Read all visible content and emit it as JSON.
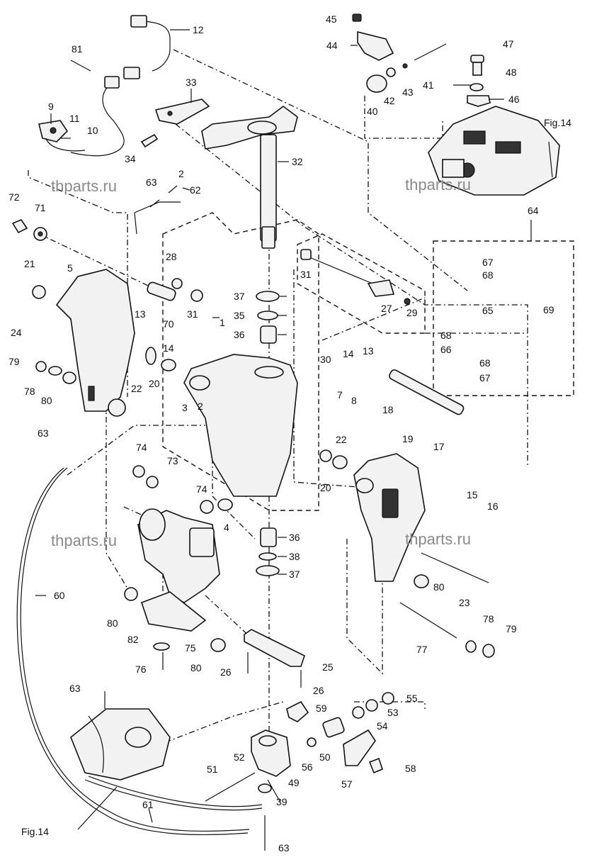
{
  "watermarks": [
    "thparts.ru",
    "thparts.ru",
    "thparts.ru",
    "thparts.ru"
  ],
  "figure_refs": [
    "Fig.14",
    "Fig.14"
  ],
  "callouts": [
    {
      "label": "12"
    },
    {
      "label": "81"
    },
    {
      "label": "9"
    },
    {
      "label": "11"
    },
    {
      "label": "10"
    },
    {
      "label": "33"
    },
    {
      "label": "34"
    },
    {
      "label": "32"
    },
    {
      "label": "45"
    },
    {
      "label": "44"
    },
    {
      "label": "40"
    },
    {
      "label": "42"
    },
    {
      "label": "43"
    },
    {
      "label": "41"
    },
    {
      "label": "47"
    },
    {
      "label": "48"
    },
    {
      "label": "46"
    },
    {
      "label": "63"
    },
    {
      "label": "2"
    },
    {
      "label": "62"
    },
    {
      "label": "72"
    },
    {
      "label": "71"
    },
    {
      "label": "21"
    },
    {
      "label": "5"
    },
    {
      "label": "28"
    },
    {
      "label": "31"
    },
    {
      "label": "31"
    },
    {
      "label": "37"
    },
    {
      "label": "35"
    },
    {
      "label": "36"
    },
    {
      "label": "1"
    },
    {
      "label": "13"
    },
    {
      "label": "70"
    },
    {
      "label": "14"
    },
    {
      "label": "24"
    },
    {
      "label": "29"
    },
    {
      "label": "27"
    },
    {
      "label": "30"
    },
    {
      "label": "64"
    },
    {
      "label": "67"
    },
    {
      "label": "68"
    },
    {
      "label": "65"
    },
    {
      "label": "69"
    },
    {
      "label": "68"
    },
    {
      "label": "66"
    },
    {
      "label": "68"
    },
    {
      "label": "67"
    },
    {
      "label": "79"
    },
    {
      "label": "78"
    },
    {
      "label": "80"
    },
    {
      "label": "22"
    },
    {
      "label": "20"
    },
    {
      "label": "3"
    },
    {
      "label": "2"
    },
    {
      "label": "14"
    },
    {
      "label": "13"
    },
    {
      "label": "7"
    },
    {
      "label": "8"
    },
    {
      "label": "18"
    },
    {
      "label": "19"
    },
    {
      "label": "17"
    },
    {
      "label": "63"
    },
    {
      "label": "74"
    },
    {
      "label": "73"
    },
    {
      "label": "74"
    },
    {
      "label": "4"
    },
    {
      "label": "22"
    },
    {
      "label": "20"
    },
    {
      "label": "15"
    },
    {
      "label": "16"
    },
    {
      "label": "36"
    },
    {
      "label": "38"
    },
    {
      "label": "37"
    },
    {
      "label": "80"
    },
    {
      "label": "23"
    },
    {
      "label": "60"
    },
    {
      "label": "80"
    },
    {
      "label": "82"
    },
    {
      "label": "75"
    },
    {
      "label": "80"
    },
    {
      "label": "76"
    },
    {
      "label": "26"
    },
    {
      "label": "25"
    },
    {
      "label": "77"
    },
    {
      "label": "78"
    },
    {
      "label": "79"
    },
    {
      "label": "26"
    },
    {
      "label": "63"
    },
    {
      "label": "59"
    },
    {
      "label": "55"
    },
    {
      "label": "53"
    },
    {
      "label": "54"
    },
    {
      "label": "52"
    },
    {
      "label": "50"
    },
    {
      "label": "56"
    },
    {
      "label": "51"
    },
    {
      "label": "49"
    },
    {
      "label": "57"
    },
    {
      "label": "58"
    },
    {
      "label": "39"
    },
    {
      "label": "61"
    },
    {
      "label": "63"
    }
  ]
}
